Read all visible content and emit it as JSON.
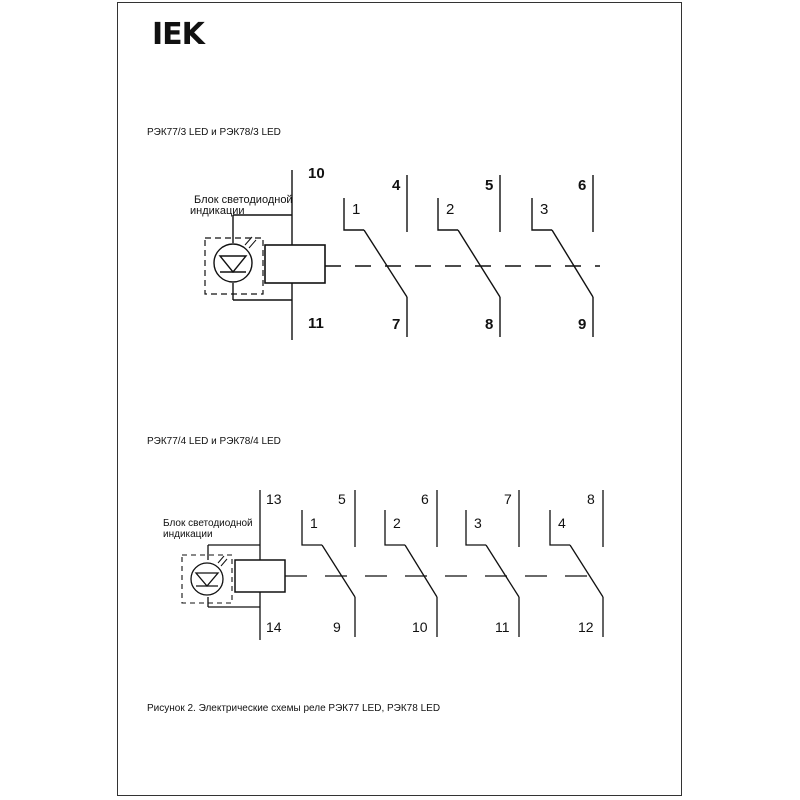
{
  "brand": {
    "logo_text": "IEK"
  },
  "diagram1": {
    "title": "РЭК77/3 LED и РЭК78/3 LED",
    "led_block_label": [
      "Блок светодиодной",
      "индикации"
    ],
    "coil_top": "10",
    "coil_bottom": "11",
    "contacts": [
      {
        "id": "1",
        "top": "4",
        "bottom": "7"
      },
      {
        "id": "2",
        "top": "5",
        "bottom": "8"
      },
      {
        "id": "3",
        "top": "6",
        "bottom": "9"
      }
    ]
  },
  "diagram2": {
    "title": "РЭК77/4 LED и РЭК78/4 LED",
    "led_block_label": [
      "Блок светодиодной",
      "индикации"
    ],
    "coil_top": "13",
    "coil_bottom": "14",
    "contacts": [
      {
        "id": "1",
        "top": "5",
        "bottom": "9"
      },
      {
        "id": "2",
        "top": "6",
        "bottom": "10"
      },
      {
        "id": "3",
        "top": "7",
        "bottom": "11"
      },
      {
        "id": "4",
        "top": "8",
        "bottom": "12"
      }
    ]
  },
  "figure_caption": "Рисунок 2. Электрические схемы реле РЭК77 LED, РЭК78 LED"
}
